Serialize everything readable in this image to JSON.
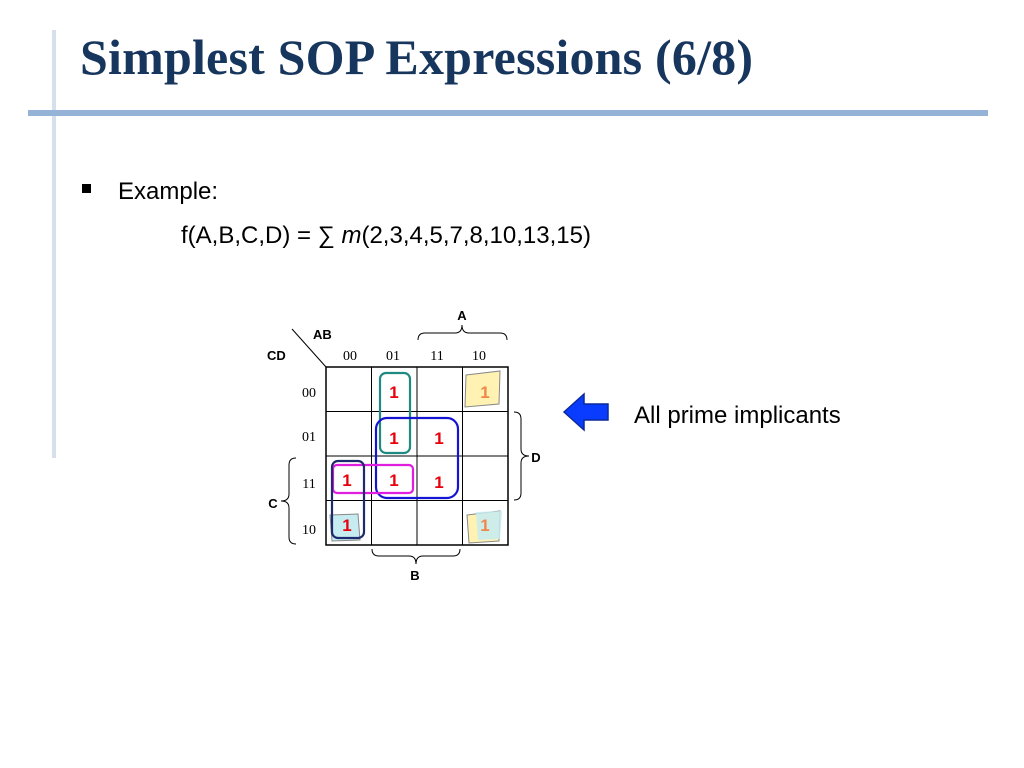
{
  "slide": {
    "title": "Simplest SOP Expressions (6/8)"
  },
  "content": {
    "bullet_label": "Example:",
    "formula_lhs": "f(A,B,C,D) = ",
    "sum_symbol": "∑",
    "minterm_symbol": "m",
    "minterm_list": "(2,3,4,5,7,8,10,13,15)"
  },
  "kmap": {
    "corner_row_var": "AB",
    "corner_col_var": "CD",
    "column_labels": [
      "00",
      "01",
      "11",
      "10"
    ],
    "row_labels": [
      "00",
      "01",
      "11",
      "10"
    ],
    "var_A": "A",
    "var_B": "B",
    "var_C": "C",
    "var_D": "D",
    "one": "1",
    "colors": {
      "one_red": "#e8000b",
      "one_orange": "#f0864a",
      "group_teal": "#1f8a82",
      "group_blue": "#1414d2",
      "group_magenta": "#e01ee0",
      "group_navy": "#1e2a6e",
      "corner_yellow": "#fff2b2",
      "corner_cyan": "#c6ecf2"
    }
  },
  "annotation": {
    "label": "All prime implicants",
    "arrow_color": "#0a3cff"
  }
}
